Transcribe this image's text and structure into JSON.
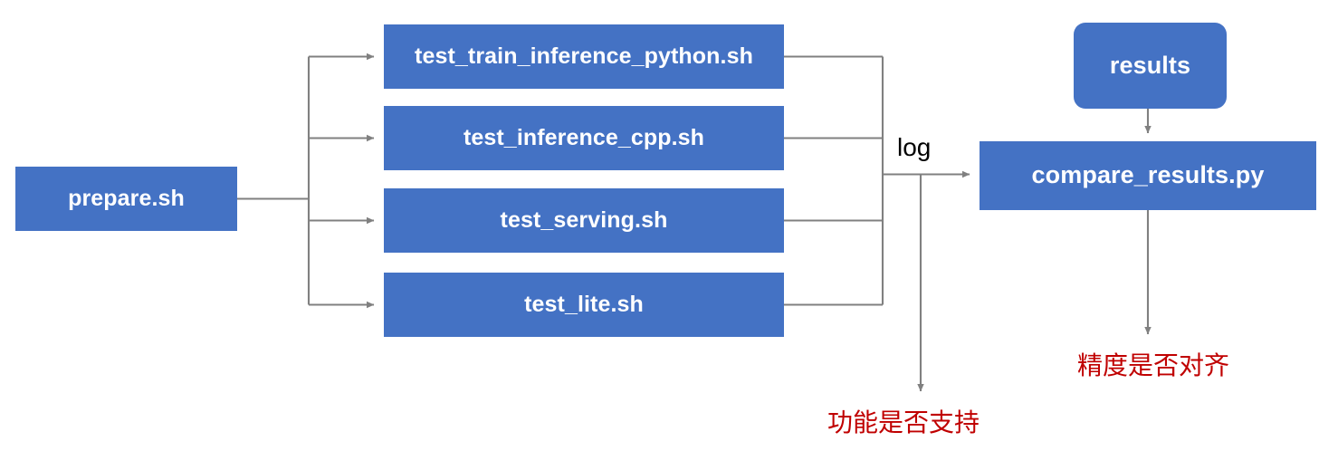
{
  "diagram": {
    "title": "PaddlePaddle TIPC test script flow",
    "colors": {
      "node_fill": "#4472C4",
      "node_text": "#FFFFFF",
      "edge": "#808080",
      "note_text": "#C00000",
      "background": "#FFFFFF"
    },
    "nodes": [
      {
        "id": "prepare",
        "label": "prepare.sh",
        "shape": "rect"
      },
      {
        "id": "train_py",
        "label": "test_train_inference_python.sh",
        "shape": "rect"
      },
      {
        "id": "infer_cpp",
        "label": "test_inference_cpp.sh",
        "shape": "rect"
      },
      {
        "id": "serving",
        "label": "test_serving.sh",
        "shape": "rect"
      },
      {
        "id": "lite",
        "label": "test_lite.sh",
        "shape": "rect"
      },
      {
        "id": "results",
        "label": "results",
        "shape": "rounded-rect"
      },
      {
        "id": "compare",
        "label": "compare_results.py",
        "shape": "rect"
      }
    ],
    "edge_labels": [
      {
        "id": "log",
        "label": "log"
      }
    ],
    "notes": [
      {
        "id": "func_support",
        "label": "功能是否支持"
      },
      {
        "id": "precision_align",
        "label": "精度是否对齐"
      }
    ],
    "edges": [
      {
        "from": "prepare",
        "to": "train_py",
        "arrow": true
      },
      {
        "from": "prepare",
        "to": "infer_cpp",
        "arrow": true
      },
      {
        "from": "prepare",
        "to": "serving",
        "arrow": true
      },
      {
        "from": "prepare",
        "to": "lite",
        "arrow": true
      },
      {
        "from": "train_py",
        "to": "merge",
        "arrow": false
      },
      {
        "from": "infer_cpp",
        "to": "merge",
        "arrow": false
      },
      {
        "from": "serving",
        "to": "merge",
        "arrow": false
      },
      {
        "from": "lite",
        "to": "merge",
        "arrow": false
      },
      {
        "from": "merge",
        "to": "compare",
        "arrow": true,
        "label": "log"
      },
      {
        "from": "merge",
        "to": "func_support",
        "arrow": true
      },
      {
        "from": "results",
        "to": "compare",
        "arrow": true
      },
      {
        "from": "compare",
        "to": "precision_align",
        "arrow": true
      }
    ]
  }
}
